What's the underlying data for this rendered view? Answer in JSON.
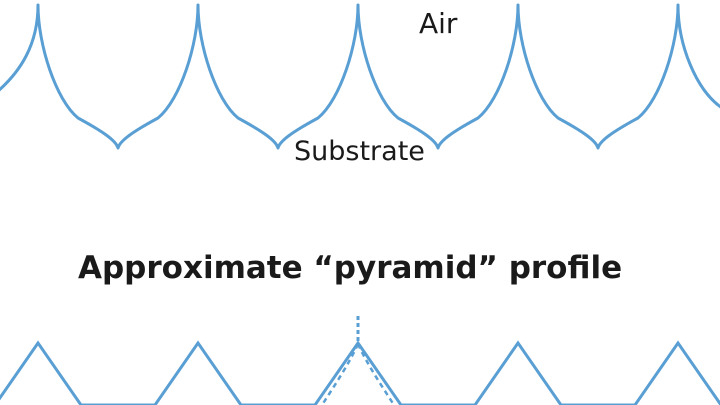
{
  "labels": {
    "air": "Air",
    "substrate": "Substrate",
    "section_title": "Approximate “pyramid” profile"
  },
  "colors": {
    "profile_stroke": "#5a9fd4",
    "text": "#1a1a1a",
    "background": "#ffffff"
  }
}
